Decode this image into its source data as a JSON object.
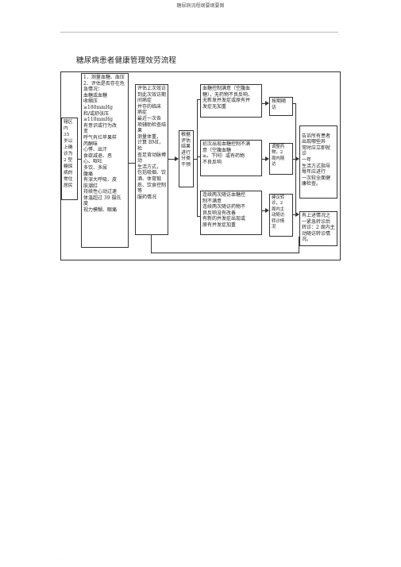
{
  "header": {
    "doc_title": "糖尿病流程纲要纲要图"
  },
  "corner_mark": "·",
  "page_title": "糖尿病患者健康管理效劳流程",
  "flow": {
    "left_box": "辖区\n内\n35\n岁以\n上确\n诊为\n2 型\n糖尿\n病的\n常住\n居民",
    "assess_box": "1．测量血糖、血压\n2．评估是否存在危\n急情况：\n  血糖或血糖\n  收缩压≥180mmHg\n和/或舒张压\n≥110mmHg\n  有意识或行为改\n变\n  呼气有烂苹果样\n丙酮味\n  心悸、出汗\n  食欲减退、恶\n心、呕吐\n  多饮、多尿\n  腹痛\n  有深大呼吸、皮\n肤潮红\n  持续性心动过速\n  体温超过 39 摄氏\n度\n  视力模糊、眼痛",
    "eval_box": "评估上次效访\n到此次效访期\n间病症\n  并存的临床\n病症\n  最近一次各\n项辅助检查结\n果\n  测量体重，\n计算 BMI，检\n查足背动脉搏\n动\n  生活方式，\n包括吸烟、饮\n酒、体育锻\n炼、饮食控制\n等\n  服药情况",
    "classify_box": "根据\n评估\n结果\n进行\n分类\n干预",
    "cond1_box": "血糖控制满意（空腹血\n糖），无药物不良反响、\n无新发并发症或原有并\n发症无加重",
    "cond2_box": "初次出现血糖控制不满\n意（空腹血糖\n≥。下同）或有药物\n不良反响",
    "cond3_box": "连续两次随访血糖控\n制不满意\n  连续两次随访药物不\n良反响没有改善\n  有新的并发症出现或\n原有并发症加重",
    "action1_box": "按期随\n访",
    "action2_box": "调整药\n物，2\n周内随\n访",
    "action3_box": "建议转\n诊，2\n周内主\n动随访\n转诊情\n况",
    "right1_box": "告诉所有患者\n  出现哪些异\n常时应立即就\n诊\n  一年\n生活方式指导\n  每年应进行\n一次较全面健\n康检查。",
    "right1_small": "一年\n生活方式指导",
    "right2_box": "有上述情况之\n一紧急转诊后\n  转诊：2 周内主\n动随访转诊情\n况。"
  },
  "footer_mark": "."
}
